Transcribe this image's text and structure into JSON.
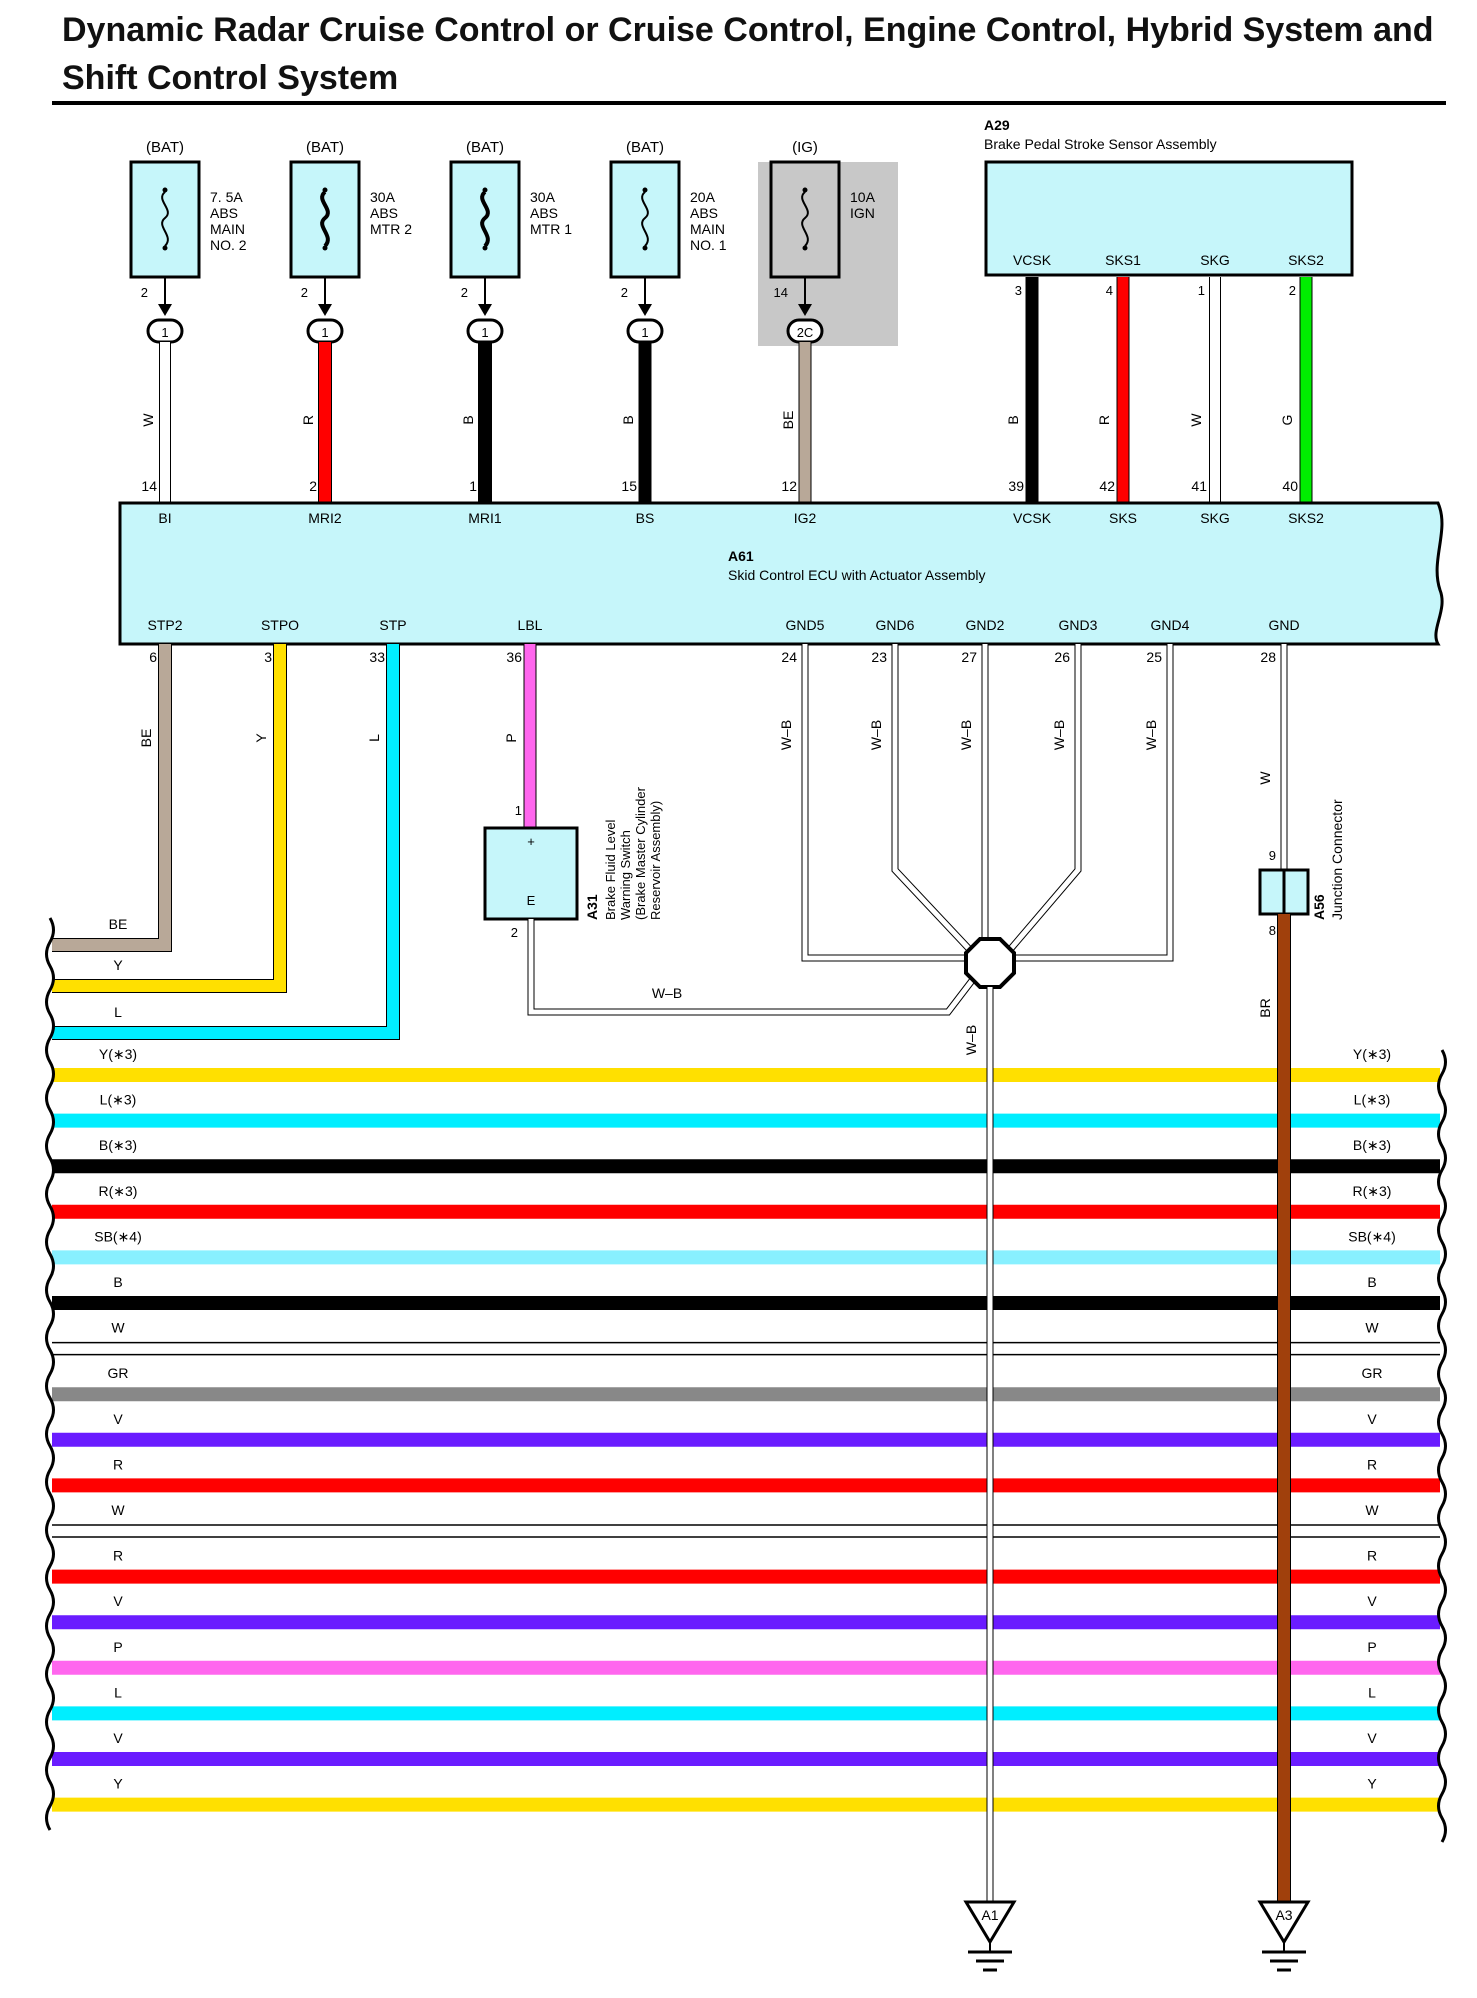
{
  "title": "Dynamic Radar Cruise Control or Cruise Control, Engine Control, Hybrid System and Shift Control System",
  "fuses": [
    {
      "supply": "(BAT)",
      "lines": [
        "7. 5A",
        "ABS",
        "MAIN",
        "NO. 2"
      ],
      "pin": "2",
      "connector": "1",
      "wire": "W",
      "ecu_pin": "14",
      "ecu_term": "BI",
      "color": "#ffffff",
      "strip": false,
      "thick": false
    },
    {
      "supply": "(BAT)",
      "lines": [
        "30A",
        "ABS",
        "MTR 2"
      ],
      "pin": "2",
      "connector": "1",
      "wire": "R",
      "ecu_pin": "2",
      "ecu_term": "MRI2",
      "color": "#ff0000",
      "strip": true,
      "thick": true
    },
    {
      "supply": "(BAT)",
      "lines": [
        "30A",
        "ABS",
        "MTR 1"
      ],
      "pin": "2",
      "connector": "1",
      "wire": "B",
      "ecu_pin": "1",
      "ecu_term": "MRI1",
      "color": "#000000",
      "strip": true,
      "thick": true
    },
    {
      "supply": "(BAT)",
      "lines": [
        "20A",
        "ABS",
        "MAIN",
        "NO. 1"
      ],
      "pin": "2",
      "connector": "1",
      "wire": "B",
      "ecu_pin": "15",
      "ecu_term": "BS",
      "color": "#000000",
      "strip": false,
      "thick": false
    },
    {
      "supply": "(IG)",
      "lines": [
        "10A",
        "IGN"
      ],
      "pin": "14",
      "connector": "2C",
      "wire": "BE",
      "ecu_pin": "12",
      "ecu_term": "IG2",
      "color": "#b8a898",
      "strip": false,
      "thick": false,
      "shaded": true
    }
  ],
  "sensor": {
    "id": "A29",
    "name": "Brake Pedal Stroke Sensor Assembly",
    "pins": [
      {
        "term": "VCSK",
        "pin": "3",
        "wire": "B",
        "ecu_pin": "39",
        "ecu_term": "VCSK",
        "color": "#000000"
      },
      {
        "term": "SKS1",
        "pin": "4",
        "wire": "R",
        "ecu_pin": "42",
        "ecu_term": "SKS",
        "color": "#ff0000"
      },
      {
        "term": "SKG",
        "pin": "1",
        "wire": "W",
        "ecu_pin": "41",
        "ecu_term": "SKG",
        "color": "#ffffff"
      },
      {
        "term": "SKS2",
        "pin": "2",
        "wire": "G",
        "ecu_pin": "40",
        "ecu_term": "SKS2",
        "color": "#00ee00"
      }
    ]
  },
  "ecu": {
    "id": "A61",
    "name": "Skid Control ECU with Actuator Assembly"
  },
  "outputs": [
    {
      "term": "STP2",
      "pin": "6",
      "wire": "BE",
      "color": "#b8a898"
    },
    {
      "term": "STPO",
      "pin": "3",
      "wire": "Y",
      "color": "#ffe000"
    },
    {
      "term": "STP",
      "pin": "33",
      "wire": "L",
      "color": "#00eeff"
    },
    {
      "term": "LBL",
      "pin": "36",
      "wire": "P",
      "color": "#ff66ee"
    }
  ],
  "grounds": [
    {
      "term": "GND5",
      "pin": "24",
      "wire": "W–B"
    },
    {
      "term": "GND6",
      "pin": "23",
      "wire": "W–B"
    },
    {
      "term": "GND2",
      "pin": "27",
      "wire": "W–B"
    },
    {
      "term": "GND3",
      "pin": "26",
      "wire": "W–B"
    },
    {
      "term": "GND4",
      "pin": "25",
      "wire": "W–B"
    }
  ],
  "gnd_main": {
    "term": "GND",
    "pin": "28",
    "wire": "W"
  },
  "fluid_switch": {
    "id": "A31",
    "lines": [
      "Brake Fluid Level",
      "Warning Switch",
      "(Brake Master Cylinder",
      "Reservoir Assembly)"
    ],
    "plus": "+",
    "e": "E",
    "pin_top": "1",
    "pin_bottom": "2",
    "wire": "W–B"
  },
  "junction": {
    "id": "A56",
    "name": "Junction Connector",
    "pin_top": "9",
    "pin_bottom": "8",
    "wire": "BR"
  },
  "ground_wire_label": "W–B",
  "ground_a1": "A1",
  "ground_a3": "A3",
  "left_labels": [
    {
      "text": "BE",
      "color": "#b8a898"
    },
    {
      "text": "Y",
      "color": "#ffe000"
    },
    {
      "text": "L",
      "color": "#00eeff"
    }
  ],
  "bus_lines": [
    {
      "left": "Y(∗3)",
      "right": "Y(∗3)",
      "color": "#ffe000"
    },
    {
      "left": "L(∗3)",
      "right": "L(∗3)",
      "color": "#00eeff"
    },
    {
      "left": "B(∗3)",
      "right": "B(∗3)",
      "color": "#000000"
    },
    {
      "left": "R(∗3)",
      "right": "R(∗3)",
      "color": "#ff0000"
    },
    {
      "left": "SB(∗4)",
      "right": "SB(∗4)",
      "color": "#88f0ff"
    },
    {
      "left": "B",
      "right": "B",
      "color": "#000000"
    },
    {
      "left": "W",
      "right": "W",
      "color": "#ffffff"
    },
    {
      "left": "GR",
      "right": "GR",
      "color": "#888888"
    },
    {
      "left": "V",
      "right": "V",
      "color": "#6a1cff"
    },
    {
      "left": "R",
      "right": "R",
      "color": "#ff0000"
    },
    {
      "left": "W",
      "right": "W",
      "color": "#ffffff"
    },
    {
      "left": "R",
      "right": "R",
      "color": "#ff0000"
    },
    {
      "left": "V",
      "right": "V",
      "color": "#6a1cff"
    },
    {
      "left": "P",
      "right": "P",
      "color": "#ff66ee"
    },
    {
      "left": "L",
      "right": "L",
      "color": "#00eeff"
    },
    {
      "left": "V",
      "right": "V",
      "color": "#6a1cff"
    },
    {
      "left": "Y",
      "right": "Y",
      "color": "#ffe000"
    }
  ]
}
